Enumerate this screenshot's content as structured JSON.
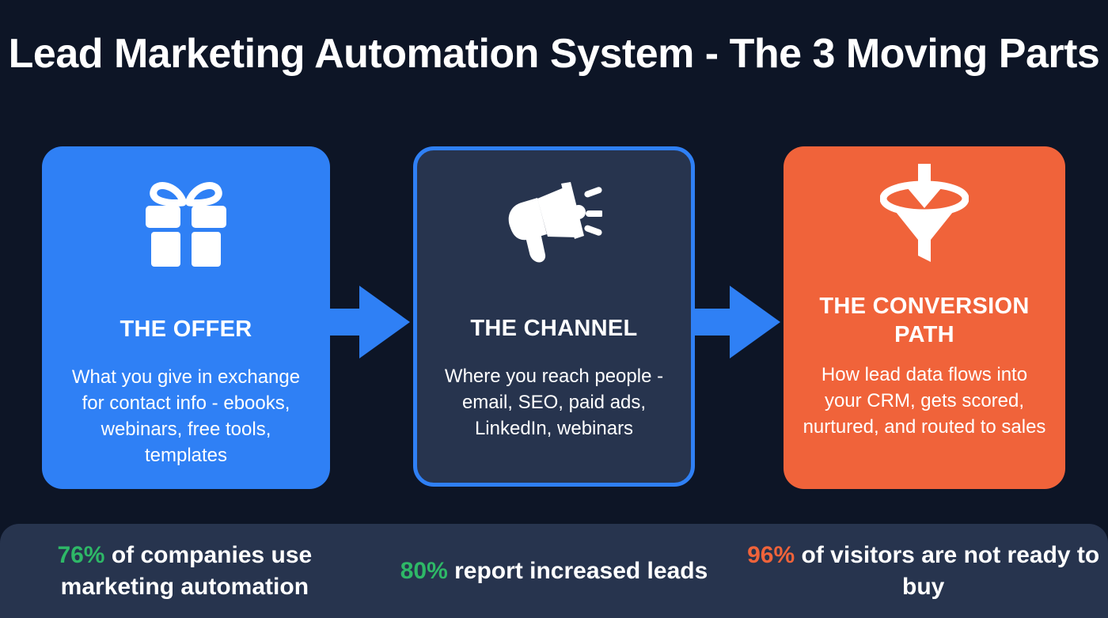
{
  "page": {
    "title": "Lead Marketing Automation System - The 3 Moving Parts",
    "background_color": "#0d1526"
  },
  "cards": [
    {
      "id": "offer",
      "icon": "gift-icon",
      "title": "THE OFFER",
      "body": "What you give in exchange for contact info - ebooks, webinars, free tools, templates",
      "background_color": "#2f80f5",
      "text_color": "#ffffff"
    },
    {
      "id": "channel",
      "icon": "megaphone-icon",
      "title": "THE CHANNEL",
      "body": "Where you reach people - email, SEO, paid ads, LinkedIn, webinars",
      "background_color": "#27344e",
      "border_color": "#2f80f5",
      "text_color": "#ffffff"
    },
    {
      "id": "conversion",
      "icon": "funnel-icon",
      "title": "THE CONVERSION PATH",
      "body": "How lead data flows into your CRM, gets scored, nurtured, and routed to sales",
      "background_color": "#f0633a",
      "text_color": "#ffffff"
    }
  ],
  "arrows": [
    {
      "id": "arrow-offer-to-channel",
      "direction": "right",
      "color": "#2f80f5"
    },
    {
      "id": "arrow-channel-to-conversion",
      "direction": "right",
      "color": "#2f80f5"
    }
  ],
  "stats": [
    {
      "percent": "76%",
      "percent_color": "#2eb867",
      "text": " of companies use marketing automation"
    },
    {
      "percent": "80%",
      "percent_color": "#2eb867",
      "text": " report increased leads"
    },
    {
      "percent": "96%",
      "percent_color": "#f0633a",
      "text": " of visitors are not ready to buy"
    }
  ]
}
